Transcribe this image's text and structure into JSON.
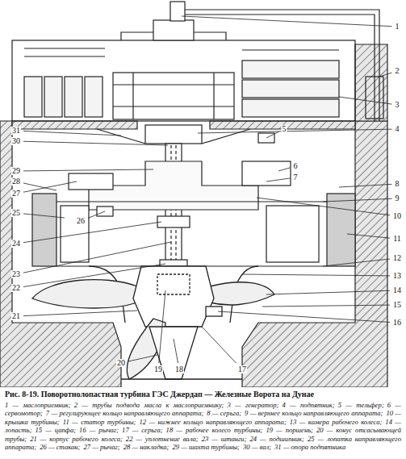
{
  "diagram": {
    "caption": "Рис. 8-19. Поворотнолопастная турбина ГЭС Джердап — Железные Ворота на Дунае",
    "labels": [
      "1",
      "2",
      "3",
      "4",
      "5",
      "6",
      "7",
      "8",
      "9",
      "10",
      "11",
      "12",
      "13",
      "14",
      "15",
      "16",
      "17",
      "18",
      "19",
      "20",
      "21",
      "22",
      "23",
      "24",
      "25",
      "26",
      "27",
      "28",
      "29",
      "30",
      "31",
      "1 — маслоприемник;",
      "2 — трубы подвода масла к маслоприемнику;",
      "3 — генератор;",
      "4 — подпятник;",
      "5 — тельфер;",
      "6 — сервомотор;",
      "7 — регулирующее кольцо направляющего аппарата;",
      "8 — серьга;",
      "9 — верхнее кольцо направляющего аппарата;",
      "10 — крышка турбины;",
      "11 — статор турбины;",
      "12 — нижнее кольцо направляющего аппарата;",
      "13 — камера рабочего колеса;",
      "14 — лопасть;",
      "15 — цапфа;",
      "16 — рычаг;",
      "17 — серьга;",
      "18 — рабочее колесо турбины;",
      "19 — поршень;",
      "20 — конус отсасывающей трубы;",
      "21 — корпус рабочего колеса;",
      "22 — уплотнение вала;",
      "23 — штанги;",
      "24 — подшипник;",
      "25 — лопатка направляющего аппарата;",
      "26 — стакан;",
      "27 — рычаг;",
      "28 — накладка;",
      "29 — шахта турбины;",
      "30 — вал;",
      "31 — опора подпятника"
    ]
  }
}
